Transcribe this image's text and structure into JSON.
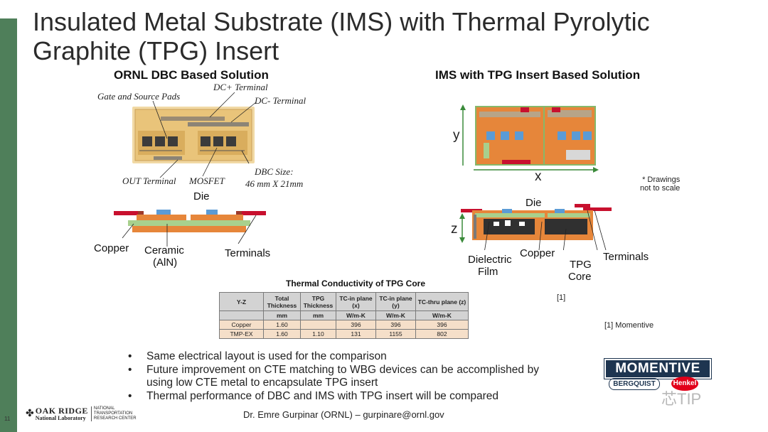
{
  "slide": {
    "title_line1": "Insulated Metal Substrate (IMS) with Thermal Pyrolytic",
    "title_line2": "Graphite (TPG) Insert",
    "page_number": "11"
  },
  "left_panel": {
    "heading": "ORNL DBC Based Solution",
    "photo_labels": {
      "gate_source": "Gate and Source Pads",
      "dc_plus": "DC+ Terminal",
      "dc_minus": "DC- Terminal",
      "out_terminal": "OUT Terminal",
      "mosfet": "MOSFET",
      "dbc_size_1": "DBC Size:",
      "dbc_size_2": "46 mm X 21mm"
    },
    "xsection_labels": {
      "die": "Die",
      "copper": "Copper",
      "ceramic_1": "Ceramic",
      "ceramic_2": "(AlN)",
      "terminals": "Terminals"
    }
  },
  "right_panel": {
    "heading": "IMS with TPG Insert Based Solution",
    "axis_y": "y",
    "axis_x": "x",
    "axis_z": "z",
    "scale_note_1": "* Drawings",
    "scale_note_2": "not to scale",
    "xsection_labels": {
      "die": "Die",
      "dielectric_1": "Dielectric",
      "dielectric_2": "Film",
      "copper": "Copper",
      "tpg_1": "TPG",
      "tpg_2": "Core",
      "terminals": "Terminals"
    },
    "ref_mark": "[1]",
    "ref_note": "[1] Momentive"
  },
  "table": {
    "title": "Thermal Conductivity of TPG Core",
    "header_row1": [
      "Y-Z",
      "Total Thickness",
      "TPG Thickness",
      "TC-in plane (x)",
      "TC-in plane (y)",
      "TC-thru plane (z)"
    ],
    "header_row2": [
      "",
      "mm",
      "mm",
      "W/m-K",
      "W/m-K",
      "W/m-K"
    ],
    "rows": [
      [
        "Copper",
        "1.60",
        "",
        "396",
        "396",
        "396"
      ],
      [
        "TMP-EX",
        "1.60",
        "1.10",
        "131",
        "1155",
        "802"
      ]
    ]
  },
  "bullets": [
    "Same electrical layout is used for the comparison",
    "Future improvement on CTE matching to WBG devices can be accomplished by using low CTE metal to encapsulate TPG insert",
    "Thermal performance of DBC and IMS with TPG insert will be compared"
  ],
  "footer": {
    "author": "Dr. Emre Gurpinar (ORNL) – gurpinare@ornl.gov",
    "logo_oak": "OAK RIDGE",
    "logo_lab": "National Laboratory",
    "ntrc_1": "NATIONAL",
    "ntrc_2": "TRANSPORTATION",
    "ntrc_3": "RESEARCH CENTER"
  },
  "logos": {
    "momentive": "MOMENTIVE",
    "bergquist": "BERGQUIST",
    "henkel": "Henkel",
    "watermark": "芯TIP"
  },
  "colors": {
    "accent_green": "#4f7f5a",
    "copper": "#e6863a",
    "ceramic": "#a8d08d",
    "die": "#5b9bd5",
    "terminal": "#c8102e",
    "table_header": "#d3d3d3",
    "table_row": "#f5dfc9"
  }
}
